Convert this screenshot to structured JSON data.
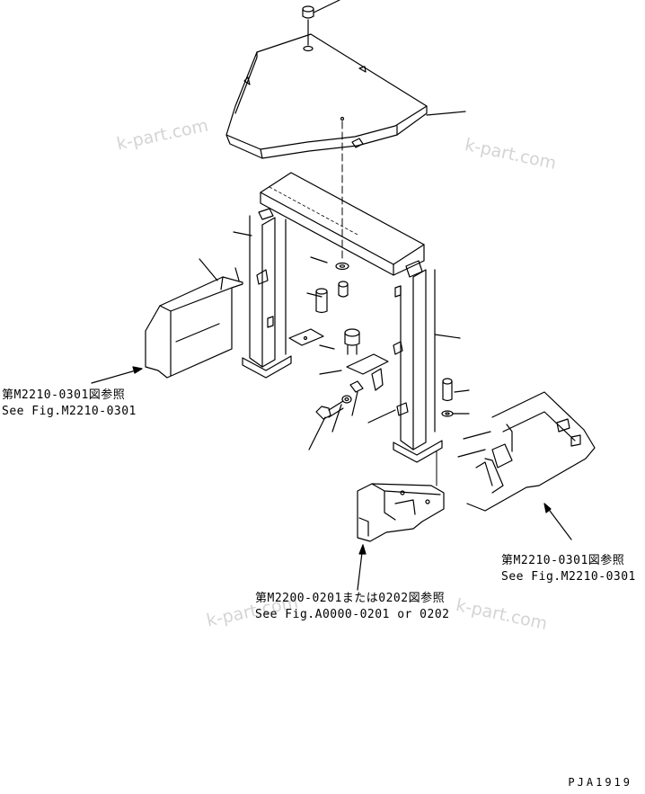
{
  "colors": {
    "line": "#000000",
    "watermark": "#d4d4d4",
    "background": "#ffffff"
  },
  "references": {
    "left": {
      "jp": "第M2210-0301図参照",
      "en": "See Fig.M2210-0301"
    },
    "right": {
      "jp": "第M2210-0301図参照",
      "en": "See Fig.M2210-0301"
    },
    "bottom": {
      "jp": "第M2200-0201または0202図参照",
      "en": "See Fig.A0000-0201 or 0202"
    }
  },
  "watermarks": [
    "k-part.com",
    "k-part.com",
    "k-part.com",
    "k-part.com"
  ],
  "figure_id": "PJA1919"
}
